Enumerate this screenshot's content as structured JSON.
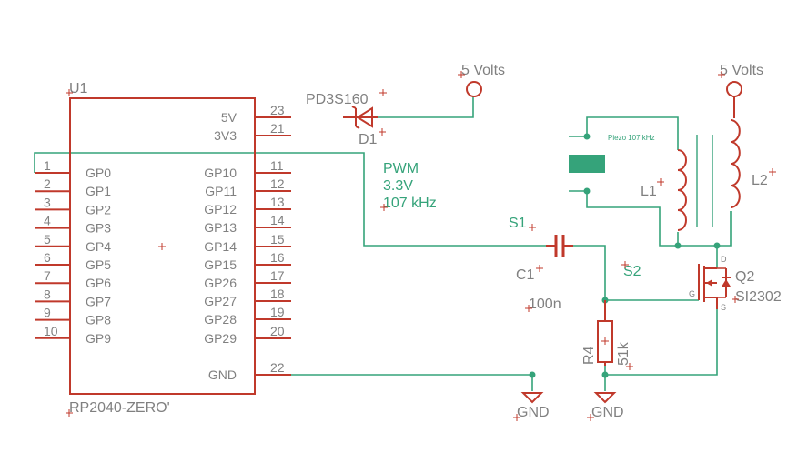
{
  "ic": {
    "ref": "U1",
    "value": "RP2040-ZERO'",
    "left_pins": [
      {
        "num": "1",
        "name": "GP0"
      },
      {
        "num": "2",
        "name": "GP1"
      },
      {
        "num": "3",
        "name": "GP2"
      },
      {
        "num": "4",
        "name": "GP3"
      },
      {
        "num": "5",
        "name": "GP4"
      },
      {
        "num": "6",
        "name": "GP5"
      },
      {
        "num": "7",
        "name": "GP6"
      },
      {
        "num": "8",
        "name": "GP7"
      },
      {
        "num": "9",
        "name": "GP8"
      },
      {
        "num": "10",
        "name": "GP9"
      }
    ],
    "right_pins": [
      {
        "num": "23",
        "name": "5V"
      },
      {
        "num": "21",
        "name": "3V3"
      },
      {
        "num": "11",
        "name": "GP10"
      },
      {
        "num": "12",
        "name": "GP11"
      },
      {
        "num": "13",
        "name": "GP12"
      },
      {
        "num": "14",
        "name": "GP13"
      },
      {
        "num": "15",
        "name": "GP14"
      },
      {
        "num": "16",
        "name": "GP15"
      },
      {
        "num": "17",
        "name": "GP26"
      },
      {
        "num": "18",
        "name": "GP27"
      },
      {
        "num": "19",
        "name": "GP28"
      },
      {
        "num": "20",
        "name": "GP29"
      },
      {
        "num": "22",
        "name": "GND"
      }
    ]
  },
  "diode": {
    "ref": "D1",
    "value": "PD3S160"
  },
  "supplies": [
    {
      "label": "5 Volts"
    },
    {
      "label": "5 Volts"
    }
  ],
  "pwm_note": [
    "PWM",
    "3.3V",
    "107 kHz"
  ],
  "piezo_label": "Piezo 107 kHz",
  "inductors": [
    {
      "ref": "L1"
    },
    {
      "ref": "L2"
    }
  ],
  "capacitor": {
    "ref": "C1",
    "value": "100n"
  },
  "net_labels": {
    "s1": "S1",
    "s2": "S2"
  },
  "mosfet": {
    "ref": "Q2",
    "value": "SI2302",
    "pins": {
      "d": "D",
      "g": "G",
      "s": "S"
    }
  },
  "resistor": {
    "ref": "R4",
    "value": "51k"
  },
  "grounds": [
    {
      "label": "GND"
    },
    {
      "label": "GND"
    }
  ],
  "colors": {
    "symbol": "#c0392b",
    "wire": "#35a37a",
    "text": "#808080"
  }
}
